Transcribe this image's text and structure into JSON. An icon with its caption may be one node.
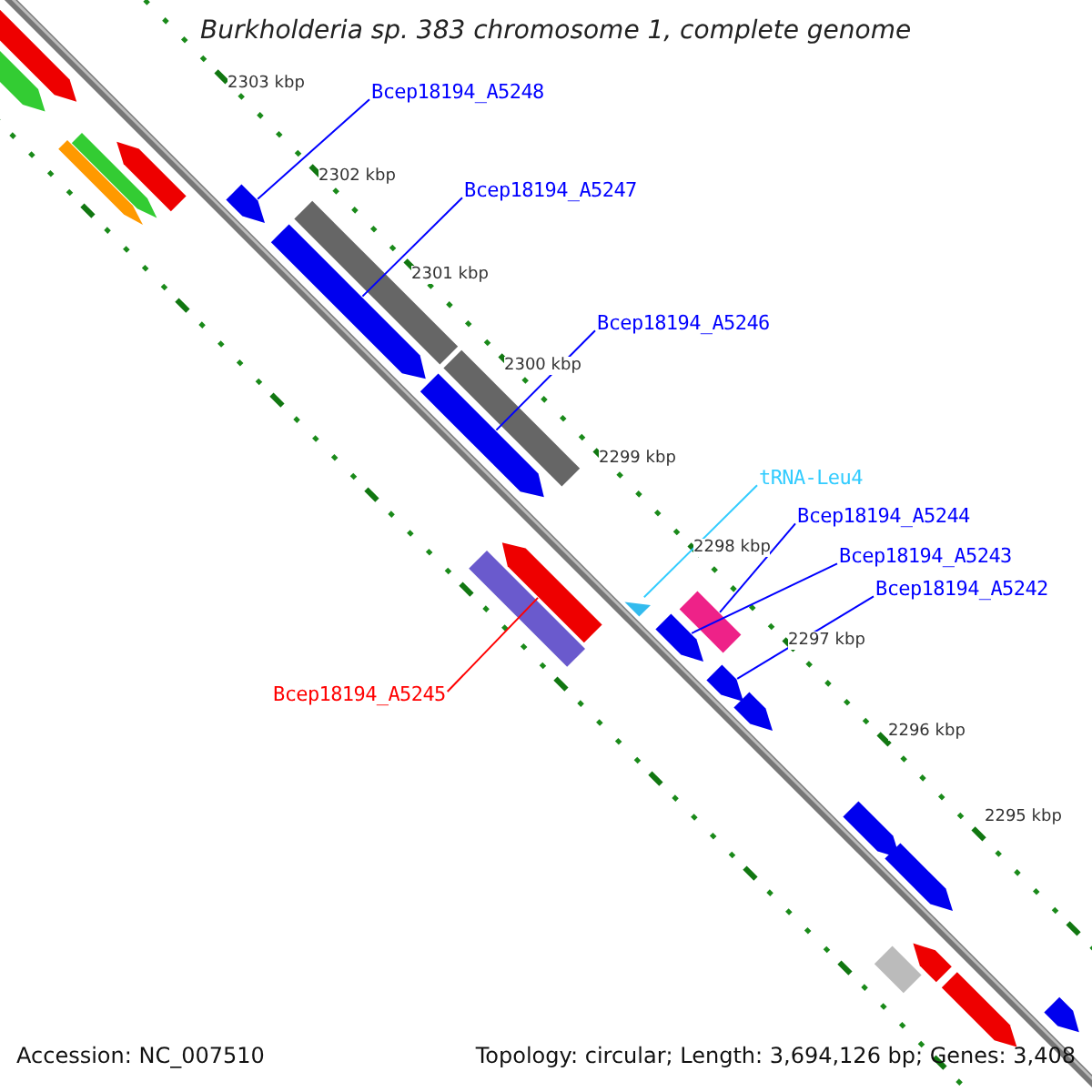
{
  "diagram": {
    "title": "Burkholderia sp. 383 chromosome 1, complete genome",
    "nodes": [
      {
        "text": [
          "Bcep18194_A5248"
        ]
      },
      {
        "text": [],
        "shape": "pentagon"
      },
      {
        "text": [
          "Bcep18194_A5247"
        ]
      },
      {
        "text": [],
        "shape": "pentagon"
      },
      {
        "text": [
          "Bcep18194_A5246"
        ]
      },
      {
        "text": [],
        "shape": "pentagon"
      },
      {
        "text": [
          "tRNA-Leu4"
        ]
      },
      {
        "text": [],
        "shape": "triangle"
      },
      {
        "text": [
          "Bcep18194_A5244"
        ]
      },
      {
        "text": [],
        "shape": "box"
      },
      {
        "text": [
          "Bcep18194_A5243"
        ]
      },
      {
        "text": [],
        "shape": "pentagon"
      },
      {
        "text": [
          "Bcep18194_A5242"
        ]
      },
      {
        "text": [],
        "shape": "pentagon"
      },
      {
        "text": [
          "Bcep18194_A5245"
        ]
      },
      {
        "text": [],
        "shape": "pentagon"
      },
      {
        "text": [],
        "shape": "pentagon"
      },
      {
        "text": [],
        "shape": "pentagon"
      },
      {
        "text": [],
        "shape": "pentagon"
      },
      {
        "text": [],
        "shape": "pentagon"
      },
      {
        "text": [],
        "shape": "pentagon"
      },
      {
        "text": [],
        "shape": "box"
      },
      {
        "text": [],
        "shape": "box"
      },
      {
        "text": [],
        "shape": "box"
      },
      {
        "text": [],
        "shape": "pentagon"
      },
      {
        "text": [],
        "shape": "pentagon"
      },
      {
        "text": [],
        "shape": "pentagon"
      },
      {
        "text": [],
        "shape": "box"
      },
      {
        "text": [],
        "shape": "pentagon"
      },
      {
        "text": [],
        "shape": "pentagon"
      },
      {
        "text": [],
        "shape": "pentagon"
      }
    ],
    "edges": [
      {
        "from": 0,
        "to": 1,
        "arrow": "none"
      },
      {
        "from": 2,
        "to": 3,
        "arrow": "none"
      },
      {
        "from": 4,
        "to": 5,
        "arrow": "none"
      },
      {
        "from": 6,
        "to": 7,
        "arrow": "none",
        "color": "#33ccff"
      },
      {
        "from": 8,
        "to": 9,
        "arrow": "none"
      },
      {
        "from": 10,
        "to": 11,
        "arrow": "none"
      },
      {
        "from": 12,
        "to": 13,
        "arrow": "none"
      },
      {
        "from": 14,
        "to": 15,
        "arrow": "none",
        "color": "#ff0000"
      }
    ],
    "labels": [
      "2303 kbp",
      "2302 kbp",
      "2301 kbp",
      "2300 kbp",
      "2299 kbp",
      "2298 kbp",
      "2297 kbp",
      "2296 kbp",
      "2295 kbp",
      "Accession: NC_007510",
      "Topology: circular; Length: 3,694,126 bp; Genes: 3,408"
    ]
  }
}
